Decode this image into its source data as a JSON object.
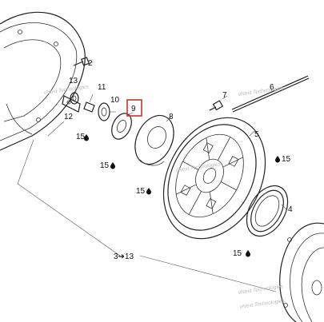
{
  "callouts": {
    "c2": "2",
    "c13": "13",
    "c11": "11",
    "c10": "10",
    "c12": "12",
    "c15a": "15",
    "c9": "9",
    "c8": "8",
    "c7": "7",
    "c6": "6",
    "c5": "5",
    "c15b": "15",
    "c15c": "15",
    "c15d": "15",
    "c4": "4",
    "c15e": "15",
    "c3to13": "3➔13"
  },
  "watermarks": {
    "w1": "vNext Technologies",
    "w2": "vNext Technologies",
    "w3": "vNext Technologies",
    "w4": "vNext Technologies",
    "w5": "vNext Technologies"
  },
  "colors": {
    "highlight": "#c0392b",
    "line": "#222222",
    "watermark": "#b9b9b9"
  },
  "icons": {
    "drop": "oil-drop-icon"
  }
}
